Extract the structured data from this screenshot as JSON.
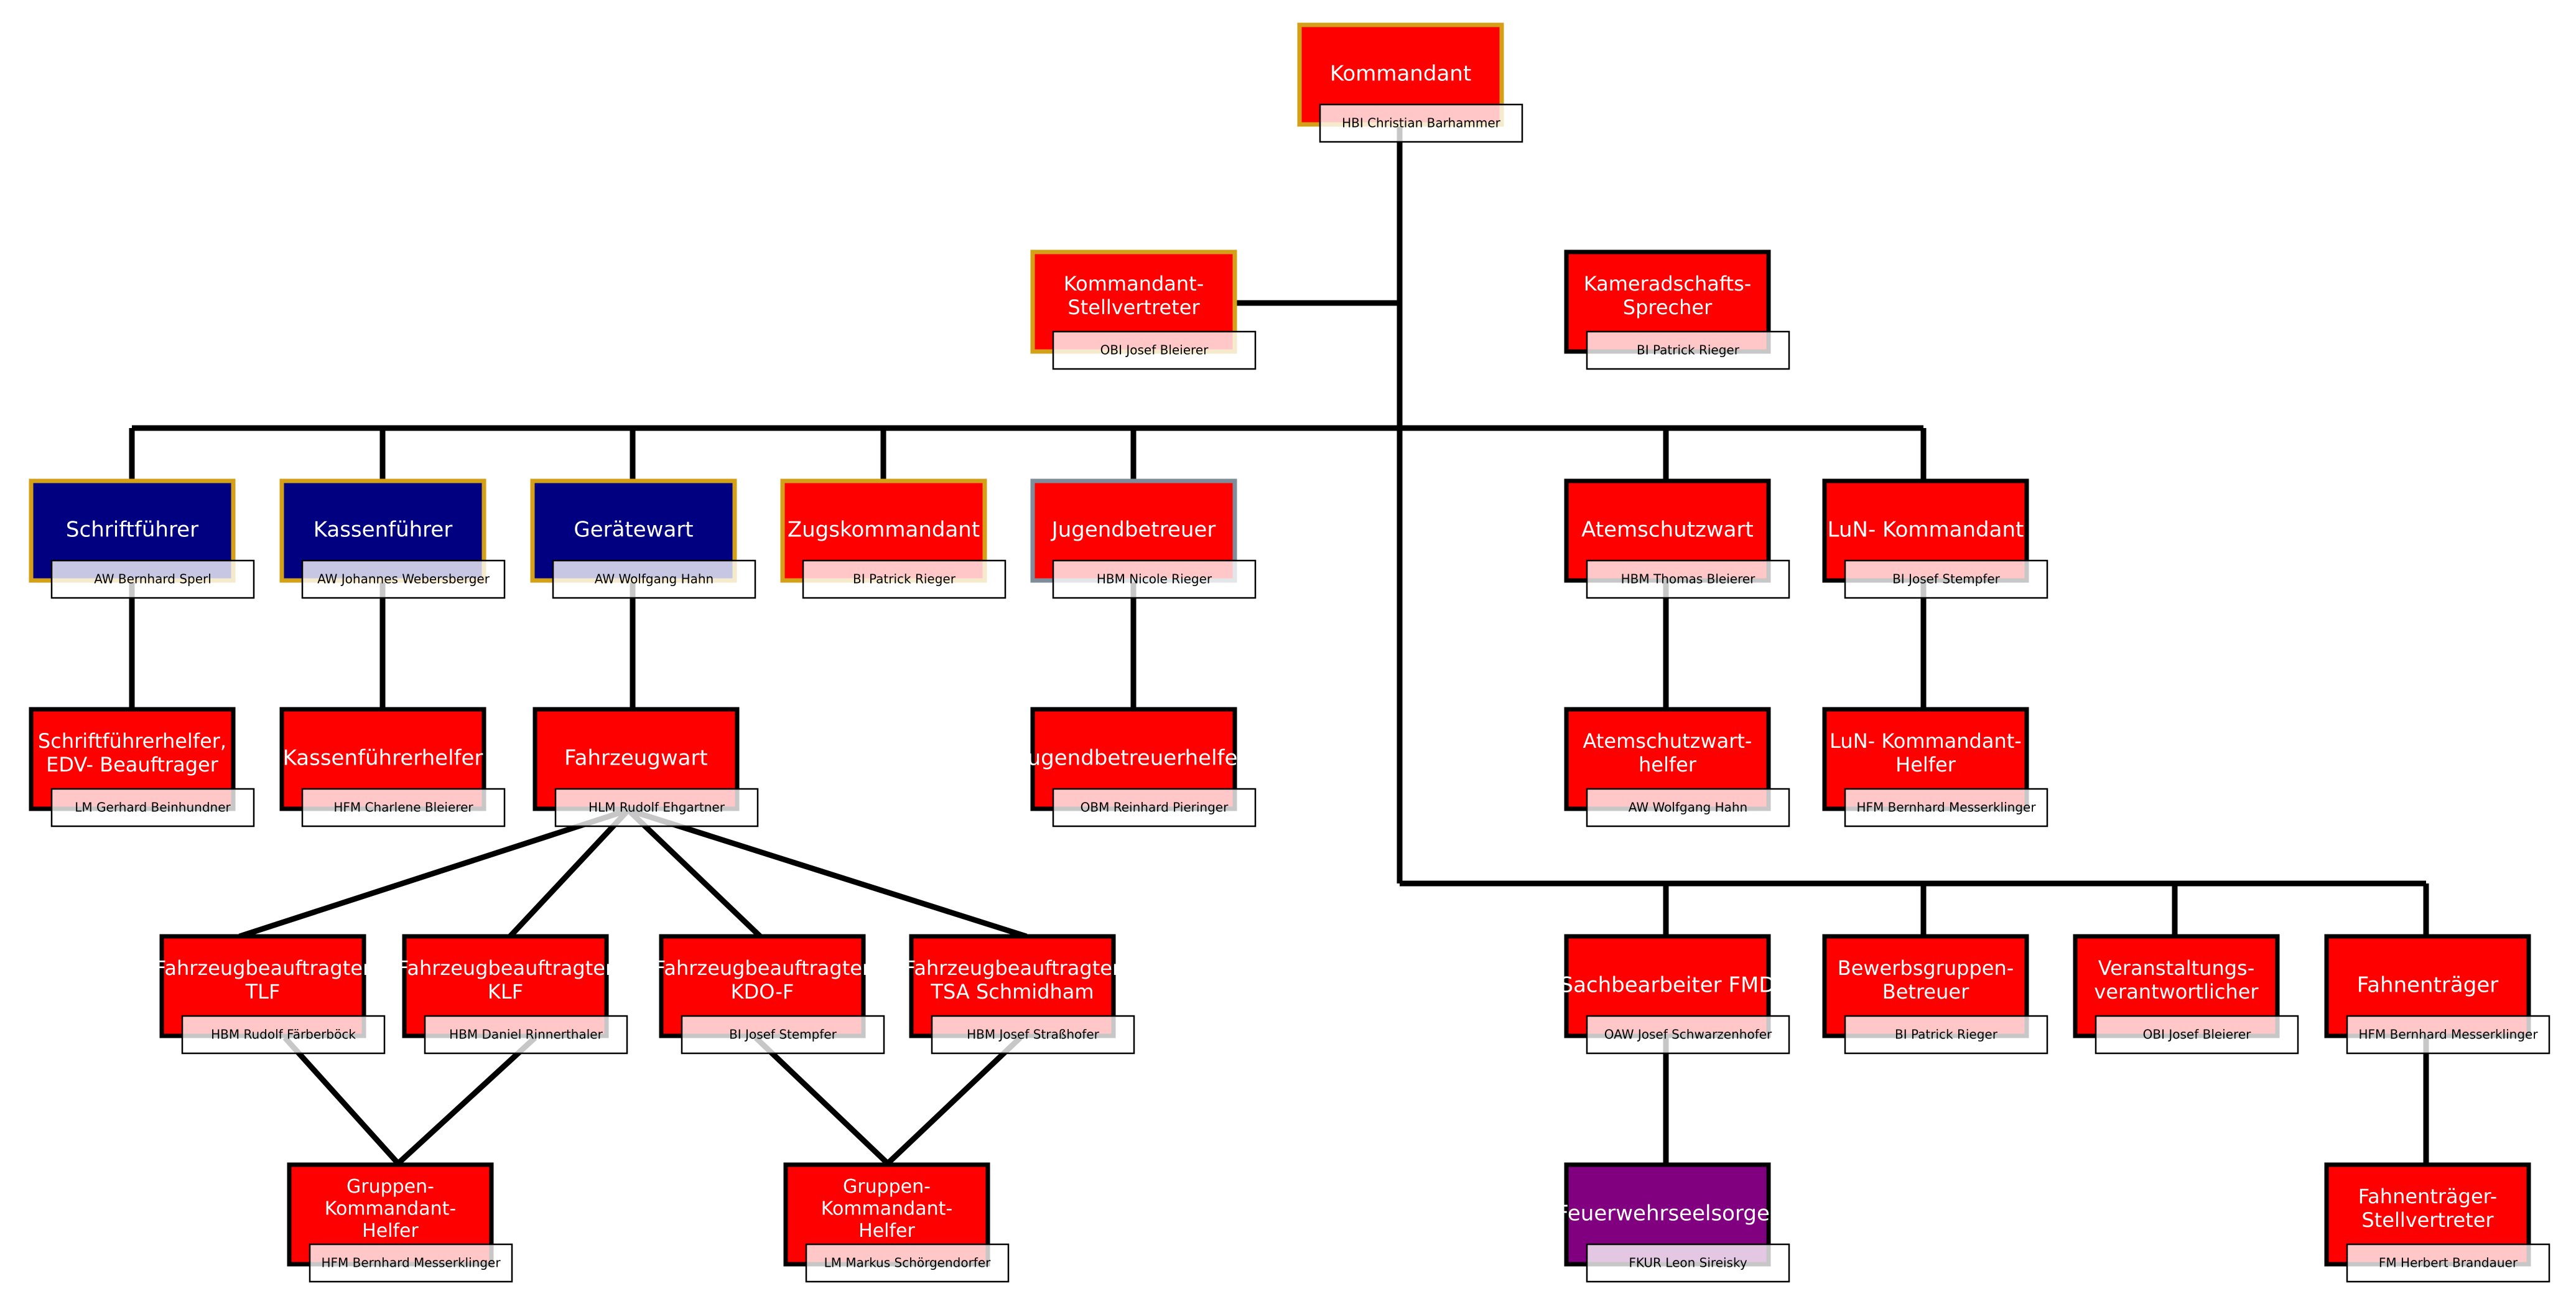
{
  "colors": {
    "red": "#ff0000",
    "navy": "#000080",
    "purple": "#800080",
    "gold_border": "#d4a017",
    "grey_border": "#7f8c9a",
    "line": "#000000",
    "grey_line": "#9a9a9a"
  },
  "nodes": [
    {
      "id": "kommandant",
      "title": [
        "Kommandant"
      ],
      "name": "HBI Christian Barhammer",
      "color": "red",
      "border": "gold"
    },
    {
      "id": "kdt-stv",
      "title": [
        "Kommandant-",
        "Stellvertreter"
      ],
      "name": "OBI Josef Bleierer",
      "color": "red",
      "border": "gold"
    },
    {
      "id": "kameradschaft",
      "title": [
        "Kameradschafts-",
        "Sprecher"
      ],
      "name": "BI Patrick Rieger",
      "color": "red",
      "border": "black"
    },
    {
      "id": "schriftfuehrer",
      "title": [
        "Schriftführer"
      ],
      "name": "AW Bernhard Sperl",
      "color": "navy",
      "border": "gold"
    },
    {
      "id": "kassenfuehrer",
      "title": [
        "Kassenführer"
      ],
      "name": "AW Johannes Webersberger",
      "color": "navy",
      "border": "gold"
    },
    {
      "id": "geraetewart",
      "title": [
        "Gerätewart"
      ],
      "name": "AW Wolfgang Hahn",
      "color": "navy",
      "border": "gold"
    },
    {
      "id": "zugskommandant",
      "title": [
        "Zugskommandant"
      ],
      "name": "BI Patrick Rieger",
      "color": "red",
      "border": "gold"
    },
    {
      "id": "jugendbetreuer",
      "title": [
        "Jugendbetreuer"
      ],
      "name": "HBM Nicole Rieger",
      "color": "red",
      "border": "grey"
    },
    {
      "id": "atemschutzwart",
      "title": [
        "Atemschutzwart"
      ],
      "name": "HBM Thomas Bleierer",
      "color": "red",
      "border": "black"
    },
    {
      "id": "lun-kommandant",
      "title": [
        "LuN- Kommandant"
      ],
      "name": "BI Josef Stempfer",
      "color": "red",
      "border": "black"
    },
    {
      "id": "schriftfuehrerhelfer",
      "title": [
        "Schriftführerhelfer,",
        "EDV- Beauftrager"
      ],
      "name": "LM Gerhard Beinhundner",
      "color": "red",
      "border": "black"
    },
    {
      "id": "kassenfuehrerhelfer",
      "title": [
        "Kassenführerhelfer"
      ],
      "name": "HFM Charlene Bleierer",
      "color": "red",
      "border": "black"
    },
    {
      "id": "fahrzeugwart",
      "title": [
        "Fahrzeugwart"
      ],
      "name": "HLM Rudolf Ehgartner",
      "color": "red",
      "border": "black"
    },
    {
      "id": "jugendbetreuerhelfer",
      "title": [
        "Jugendbetreuerhelfer"
      ],
      "name": "OBM Reinhard Pieringer",
      "color": "red",
      "border": "black"
    },
    {
      "id": "atemschutzwarthelfer",
      "title": [
        "Atemschutzwart-",
        "helfer"
      ],
      "name": "AW Wolfgang Hahn",
      "color": "red",
      "border": "black"
    },
    {
      "id": "lun-helfer",
      "title": [
        "LuN- Kommandant-",
        "Helfer"
      ],
      "name": "HFM Bernhard Messerklinger",
      "color": "red",
      "border": "black"
    },
    {
      "id": "fzb-tlf",
      "title": [
        "Fahrzeugbeauftragter",
        "TLF"
      ],
      "name": "HBM Rudolf Färberböck",
      "color": "red",
      "border": "black"
    },
    {
      "id": "fzb-klf",
      "title": [
        "Fahrzeugbeauftragter",
        "KLF"
      ],
      "name": "HBM Daniel Rinnerthaler",
      "color": "red",
      "border": "black"
    },
    {
      "id": "fzb-kdof",
      "title": [
        "Fahrzeugbeauftragter",
        "KDO-F"
      ],
      "name": "BI Josef Stempfer",
      "color": "red",
      "border": "black"
    },
    {
      "id": "fzb-tsa",
      "title": [
        "Fahrzeugbeauftragter",
        "TSA Schmidham"
      ],
      "name": "HBM Josef Straßhofer",
      "color": "red",
      "border": "black"
    },
    {
      "id": "gruppen-kdt-1",
      "title": [
        "Gruppen-",
        "Kommandant-",
        "Helfer"
      ],
      "name": "HFM Bernhard Messerklinger",
      "color": "red",
      "border": "black"
    },
    {
      "id": "gruppen-kdt-2",
      "title": [
        "Gruppen-",
        "Kommandant-",
        "Helfer"
      ],
      "name": "LM Markus Schörgendorfer",
      "color": "red",
      "border": "black"
    },
    {
      "id": "sachbearbeiter-fmd",
      "title": [
        "Sachbearbeiter FMD"
      ],
      "name": "OAW Josef Schwarzenhofer",
      "color": "red",
      "border": "black"
    },
    {
      "id": "bewerbsgruppen",
      "title": [
        "Bewerbsgruppen-",
        "Betreuer"
      ],
      "name": "BI Patrick Rieger",
      "color": "red",
      "border": "black"
    },
    {
      "id": "veranstaltung",
      "title": [
        "Veranstaltungs-",
        "verantwortlicher"
      ],
      "name": "OBI Josef Bleierer",
      "color": "red",
      "border": "black"
    },
    {
      "id": "fahnentraeger",
      "title": [
        "Fahnenträger"
      ],
      "name": "HFM Bernhard Messerklinger",
      "color": "red",
      "border": "black"
    },
    {
      "id": "feuerwehrseelsorger",
      "title": [
        "Feuerwehrseelsorger"
      ],
      "name": "FKUR Leon Sireisky",
      "color": "purple",
      "border": "black"
    },
    {
      "id": "fahnentraeger-stv",
      "title": [
        "Fahnenträger-",
        "Stellvertreter"
      ],
      "name": "FM Herbert Brandauer",
      "color": "red",
      "border": "black"
    }
  ]
}
